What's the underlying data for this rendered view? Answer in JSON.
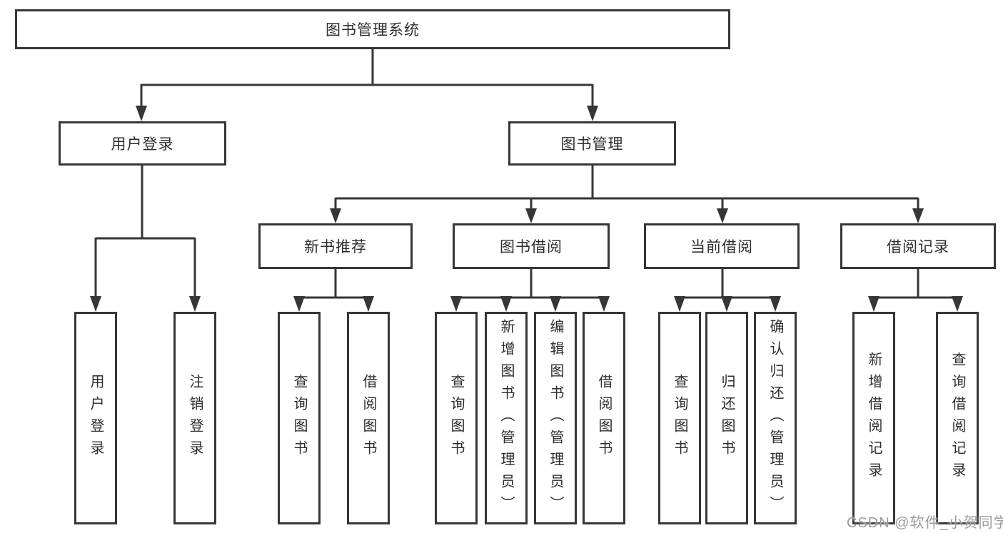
{
  "tree": {
    "label": "图书管理系统",
    "children": [
      {
        "label": "用户登录",
        "children": [
          {
            "label": "用户登录"
          },
          {
            "label": "注销登录"
          }
        ]
      },
      {
        "label": "图书管理",
        "children": [
          {
            "label": "新书推荐",
            "children": [
              {
                "label": "查询图书"
              },
              {
                "label": "借阅图书"
              }
            ]
          },
          {
            "label": "图书借阅",
            "children": [
              {
                "label": "查询图书"
              },
              {
                "label": "新增图书（管理员）"
              },
              {
                "label": "编辑图书（管理员）"
              },
              {
                "label": "借阅图书"
              }
            ]
          },
          {
            "label": "当前借阅",
            "children": [
              {
                "label": "查询图书"
              },
              {
                "label": "归还图书"
              },
              {
                "label": "确认归还（管理员）"
              }
            ]
          },
          {
            "label": "借阅记录",
            "children": [
              {
                "label": "新增借阅记录"
              },
              {
                "label": "查询借阅记录"
              }
            ]
          }
        ]
      }
    ]
  },
  "watermark": {
    "text": "CSDN @软件_小贺同学"
  },
  "colors": {
    "line": "#363636",
    "box_border": "#363636",
    "text": "#2d2d2d",
    "watermark": "#9b9b9b",
    "background": "#ffffff"
  }
}
